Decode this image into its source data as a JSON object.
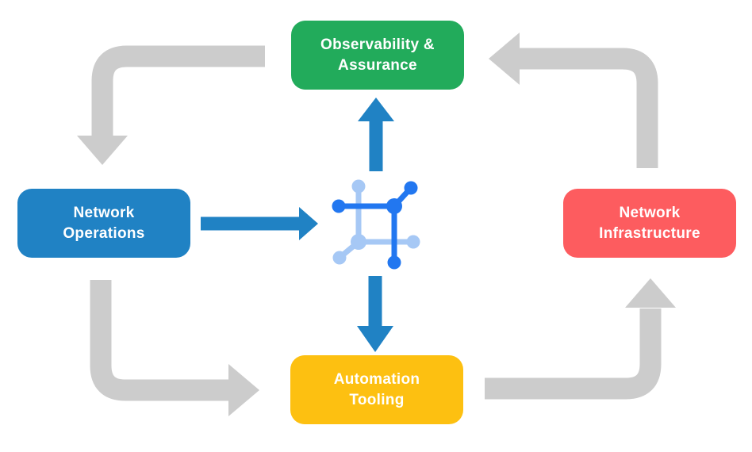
{
  "diagram": {
    "background": "#ffffff",
    "colors": {
      "observability_green": "#22ab5b",
      "operations_blue": "#2082c4",
      "infrastructure_red": "#fd5c5f",
      "automation_yellow": "#fdc011",
      "loop_arrow_gray": "#cccccc",
      "flow_arrow_blue": "#2082c4",
      "icon_dark_blue": "#2277f0",
      "icon_light_blue": "#a6c8f5",
      "text_white": "#ffffff"
    },
    "nodes": {
      "top": {
        "label": "Observability &\nAssurance"
      },
      "left": {
        "label": "Network\nOperations"
      },
      "right": {
        "label": "Network\nInfrastructure"
      },
      "bottom": {
        "label": "Automation\nTooling"
      }
    },
    "center_icon": "network-automation-icon",
    "flows": [
      {
        "from": "Observability & Assurance",
        "to": "Network Operations",
        "style": "gray-loop"
      },
      {
        "from": "Network Operations",
        "to": "Automation Tooling",
        "style": "gray-loop"
      },
      {
        "from": "Automation Tooling",
        "to": "Network Infrastructure",
        "style": "gray-loop"
      },
      {
        "from": "Network Infrastructure",
        "to": "Observability & Assurance",
        "style": "gray-loop"
      },
      {
        "from": "Network Operations",
        "to": "center-icon",
        "style": "blue"
      },
      {
        "from": "center-icon",
        "to": "Observability & Assurance",
        "style": "blue"
      },
      {
        "from": "center-icon",
        "to": "Automation Tooling",
        "style": "blue"
      }
    ]
  }
}
